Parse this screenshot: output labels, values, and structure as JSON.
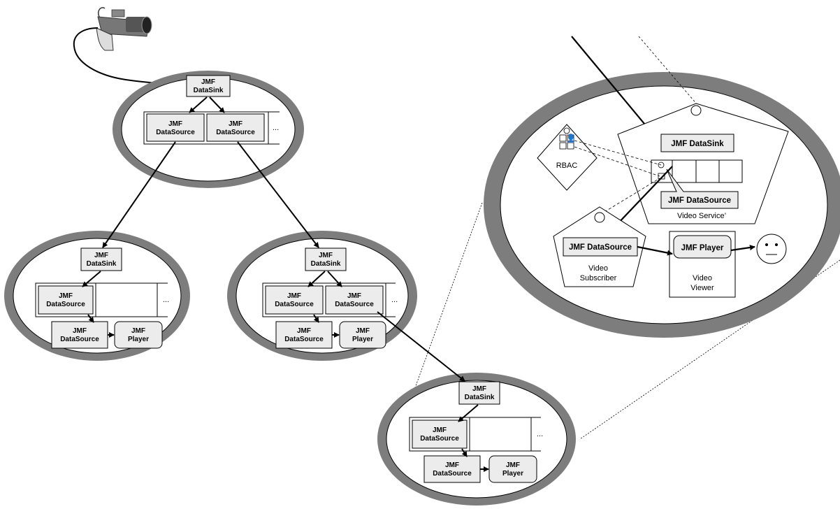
{
  "labels": {
    "jmf": "JMF",
    "datasink": "DataSink",
    "datasource": "DataSource",
    "player": "Player",
    "ellipsis": "...",
    "jmf_datasink": "JMF DataSink",
    "jmf_datasource": "JMF DataSource",
    "jmf_player": "JMF Player",
    "rbac": "RBAC",
    "video_service": "Video Service’",
    "video": "Video",
    "subscriber": "Subscriber",
    "viewer": "Viewer"
  },
  "icons": [
    "video-camera-icon",
    "person-icon",
    "face-icon",
    "lock-icon"
  ],
  "colors": {
    "ring": "#7d7d7d",
    "box_fill": "#ececec",
    "stroke": "#000000"
  }
}
